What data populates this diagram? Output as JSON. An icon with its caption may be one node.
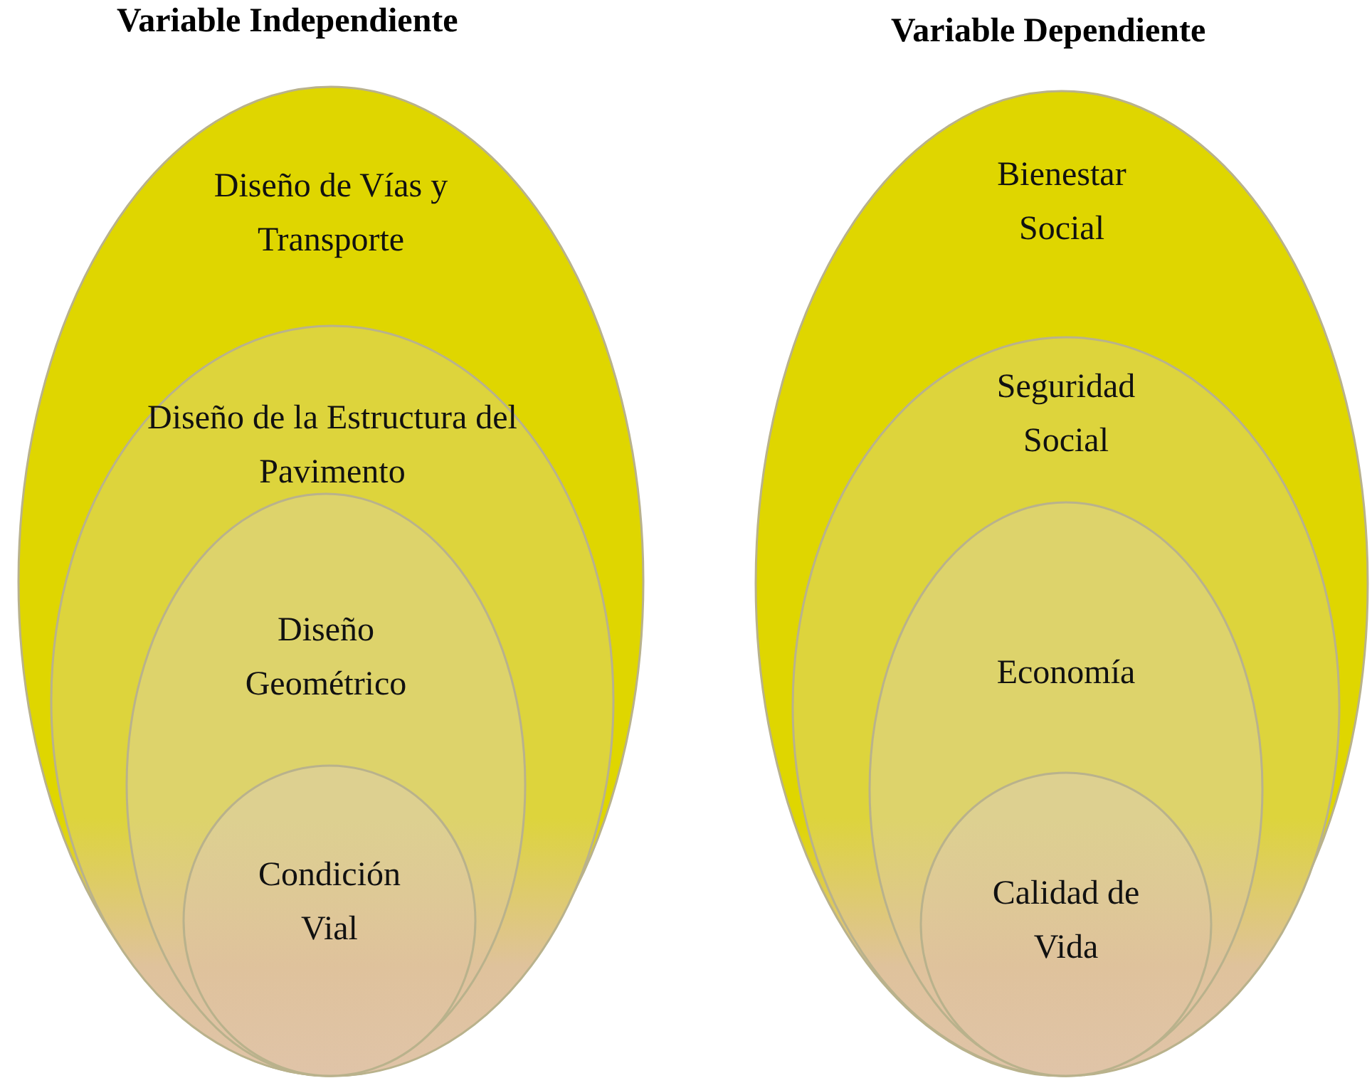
{
  "diagram": {
    "nodes": [
      {
        "text": [
          "Diseño de Vías y Transporte"
        ]
      },
      {
        "text": [
          "Diseño de la Estructura del Pavimento"
        ],
        "in": 0
      },
      {
        "text": [
          "Diseño Geométrico"
        ],
        "in": 1
      },
      {
        "text": [
          "Condición Vial"
        ],
        "in": 2
      },
      {
        "text": [
          "Bienestar Social"
        ]
      },
      {
        "text": [
          "Seguridad Social"
        ],
        "in": 4
      },
      {
        "text": [
          "Economía"
        ],
        "in": 5
      },
      {
        "text": [
          "Calidad de Vida"
        ],
        "in": 6
      }
    ],
    "edges": [],
    "labels": [
      "Variable Independiente",
      "Variable Dependiente"
    ]
  }
}
